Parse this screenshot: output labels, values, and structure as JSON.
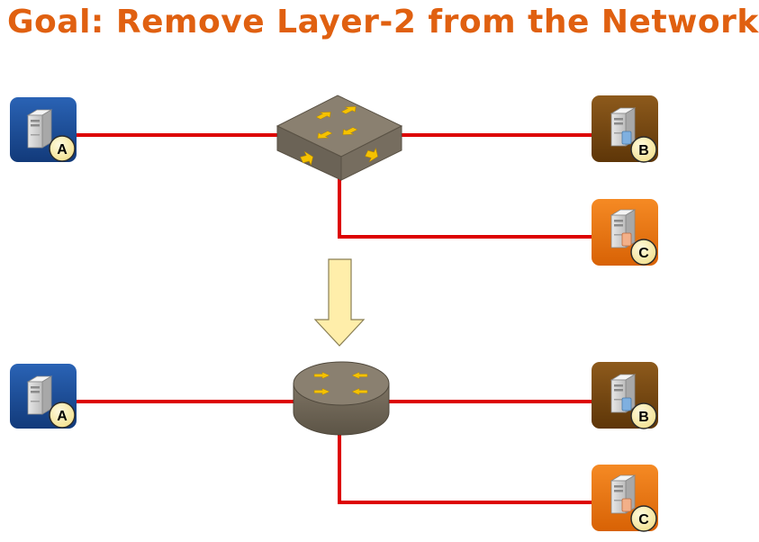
{
  "title": "Goal: Remove Layer-2 from the Network",
  "colors": {
    "title": "#e06010",
    "link": "#dd0000",
    "host_a": "#1f4e96",
    "host_b": "#7a4a12",
    "host_c": "#ea7411",
    "device_body": "#8a8070",
    "device_arrows": "#f5c200",
    "transition_arrow": "#ffeeaa"
  },
  "top_topology": {
    "center_device": "layer2-switch",
    "hosts": [
      {
        "label": "A",
        "icon": "server-icon"
      },
      {
        "label": "B",
        "icon": "server-icon"
      },
      {
        "label": "C",
        "icon": "server-icon"
      }
    ]
  },
  "bottom_topology": {
    "center_device": "router",
    "hosts": [
      {
        "label": "A",
        "icon": "server-icon"
      },
      {
        "label": "B",
        "icon": "server-icon"
      },
      {
        "label": "C",
        "icon": "server-icon"
      }
    ]
  }
}
